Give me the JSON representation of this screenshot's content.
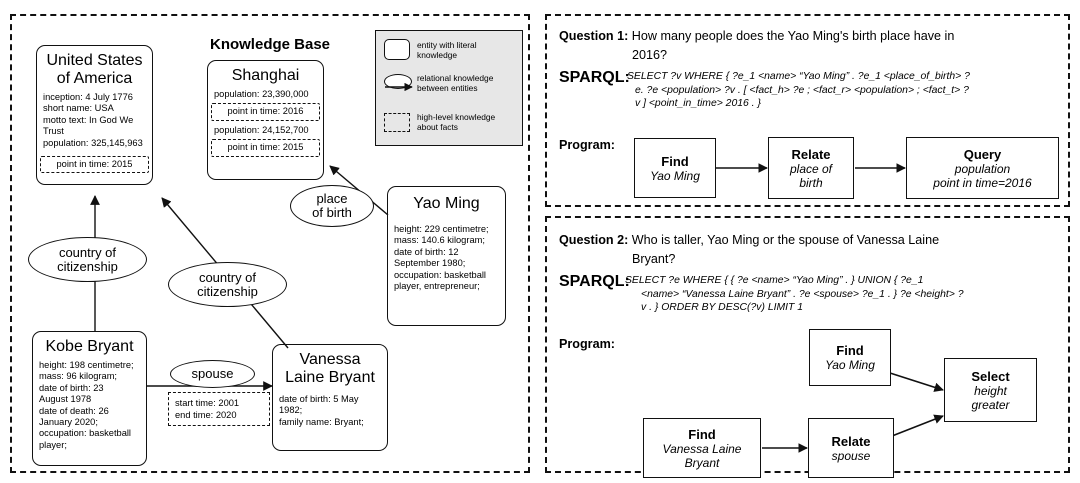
{
  "knowledge_base": {
    "title": "Knowledge Base",
    "legend": [
      {
        "icon": "rounded-rect-shape",
        "label": "entity with literal knowledge"
      },
      {
        "icon": "ellipse-arrow-shape",
        "label": "relational knowledge between entities"
      },
      {
        "icon": "dashed-rect-shape",
        "label": "high-level knowledge about facts"
      }
    ],
    "entities": [
      {
        "id": "usa",
        "title": "United States\nof America",
        "title_lines": [
          "United States",
          "of America"
        ],
        "literals": [
          "inception: 4 July 1776",
          "short name: USA",
          "motto text: In God We",
          "Trust",
          "population: 325,145,963"
        ],
        "facts": [
          "point in time: 2015"
        ]
      },
      {
        "id": "shanghai",
        "title": "Shanghai",
        "title_lines": [
          "Shanghai"
        ],
        "literals": [
          "population: 23,390,000"
        ],
        "facts": [
          "point in time: 2016"
        ],
        "literals2": [
          "population: 24,152,700"
        ],
        "facts2": [
          "point in time: 2015"
        ]
      },
      {
        "id": "yao-ming",
        "title": "Yao Ming",
        "title_lines": [
          "Yao Ming"
        ],
        "literals": [
          "height: 229 centimetre;",
          "mass: 140.6 kilogram;",
          "date of birth: 12",
          "September 1980;",
          "occupation: basketball",
          "player, entrepreneur;"
        ],
        "facts": []
      },
      {
        "id": "kobe-bryant",
        "title": "Kobe Bryant",
        "title_lines": [
          "Kobe Bryant"
        ],
        "literals": [
          "height: 198 centimetre;",
          "mass: 96 kilogram;",
          "date of birth: 23",
          "August 1978",
          "date of death: 26",
          "January 2020;",
          "occupation: basketball",
          "player;"
        ],
        "facts": []
      },
      {
        "id": "vanessa",
        "title": "Vanessa\nLaine Bryant",
        "title_lines": [
          "Vanessa",
          "Laine Bryant"
        ],
        "literals": [
          "date of birth: 5 May",
          "1982;",
          "family name: Bryant;"
        ],
        "facts": []
      }
    ],
    "relations": [
      {
        "id": "place-of-birth",
        "label_lines": [
          "place",
          "of birth"
        ],
        "from": "yao-ming",
        "to": "shanghai"
      },
      {
        "id": "country-of-citizenship-kobe",
        "label_lines": [
          "country of",
          "citizenship"
        ],
        "from": "kobe-bryant",
        "to": "usa"
      },
      {
        "id": "country-of-citizenship-vanessa",
        "label_lines": [
          "country of",
          "citizenship"
        ],
        "from": "vanessa",
        "to": "usa"
      },
      {
        "id": "spouse",
        "label_lines": [
          "spouse"
        ],
        "from": "kobe-bryant",
        "to": "vanessa",
        "facts": [
          "start time: 2001",
          "end time: 2020"
        ]
      }
    ]
  },
  "questions": [
    {
      "id": "q1",
      "question_label": "Question 1:",
      "question_text_lines": [
        "How many people does the Yao Ming's birth place have in",
        "2016?"
      ],
      "sparql_label": "SPARQL:",
      "sparql_lines": [
        "SELECT ?v WHERE { ?e_1 <name> “Yao Ming” . ?e_1 <place_of_birth> ?",
        "e. ?e <population> ?v . [ <fact_h> ?e ; <fact_r> <population> ; <fact_t> ?",
        "v ] <point_in_time> 2016 . }"
      ],
      "program_label": "Program:",
      "program_nodes": [
        {
          "id": "p1-find",
          "op": "Find",
          "arg_lines": [
            "Yao Ming"
          ]
        },
        {
          "id": "p1-relate",
          "op": "Relate",
          "arg_lines": [
            "place of",
            "birth"
          ]
        },
        {
          "id": "p1-query",
          "op": "Query",
          "arg_lines": [
            "population",
            "point in time=2016"
          ]
        }
      ]
    },
    {
      "id": "q2",
      "question_label": "Question 2:",
      "question_text_lines": [
        "Who is taller, Yao Ming or the spouse of Vanessa Laine",
        "Bryant?"
      ],
      "sparql_label": "SPARQL:",
      "sparql_lines": [
        "SELECT ?e WHERE { { ?e <name> “Yao Ming” .  } UNION { ?e_1",
        "<name> “Vanessa Laine Bryant” . ?e <spouse> ?e_1 . } ?e <height> ?",
        "v .  } ORDER BY DESC(?v) LIMIT 1"
      ],
      "program_label": "Program:",
      "program_nodes": [
        {
          "id": "p2-find-yao",
          "op": "Find",
          "arg_lines": [
            "Yao Ming"
          ]
        },
        {
          "id": "p2-find-vanessa",
          "op": "Find",
          "arg_lines": [
            "Vanessa Laine",
            "Bryant"
          ]
        },
        {
          "id": "p2-relate",
          "op": "Relate",
          "arg_lines": [
            "spouse"
          ]
        },
        {
          "id": "p2-select",
          "op": "Select",
          "arg_lines": [
            "height",
            "greater"
          ]
        }
      ]
    }
  ],
  "colors": {
    "ink": "#111111",
    "legend_bg": "#e7e7e7",
    "page_bg": "#ffffff"
  }
}
